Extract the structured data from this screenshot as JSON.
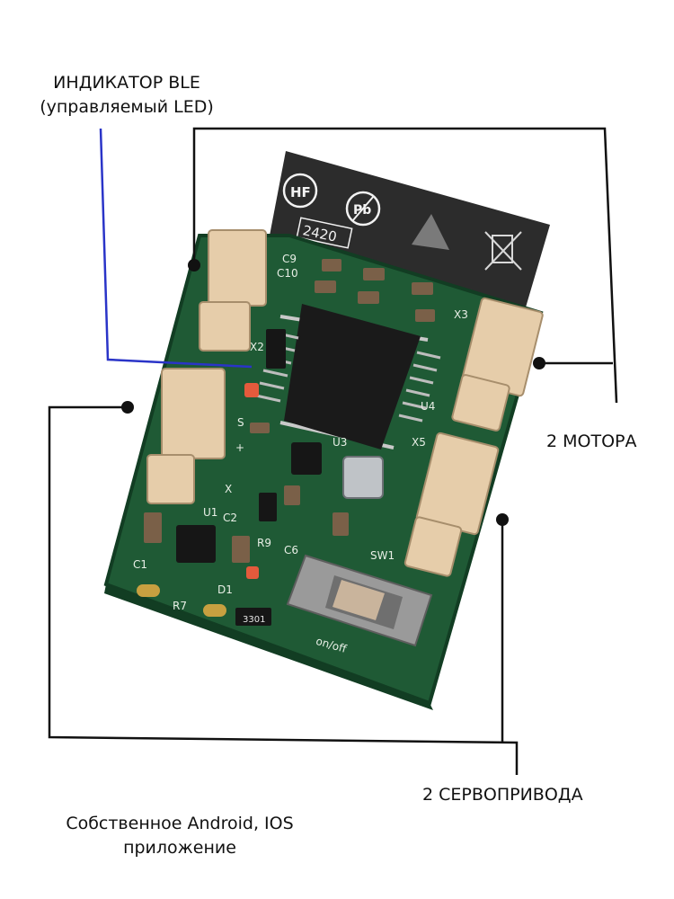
{
  "labels": {
    "ble_line1": "ИНДИКАТОР BLE",
    "ble_line2": "(управляемый LED)",
    "motors": "2 МОТОРА",
    "servos": "2 СЕРВОПРИВОДА",
    "app_line1": "Собственное Android, IOS",
    "app_line2": "приложение"
  },
  "board": {
    "silkscreen": {
      "c9": "C9",
      "c10": "C10",
      "x3": "X3",
      "x2": "X2",
      "u4": "U4",
      "x5": "X5",
      "u3": "U3",
      "x": "X",
      "u1": "U1",
      "c2": "C2",
      "r9": "R9",
      "c6": "C6",
      "sw1": "SW1",
      "c1": "C1",
      "d1": "D1",
      "r7": "R7",
      "plus": "+",
      "s": "S",
      "date": "2420",
      "switch": "on/off",
      "hf": "HF",
      "pb": "Pb",
      "resistor_code": "3301"
    }
  },
  "colors": {
    "pcb": "#1f5a35",
    "pcb_dark": "#123d23",
    "connector": "#e6cdaa",
    "callout_blue": "#2a34c8",
    "callout_black": "#111111"
  }
}
